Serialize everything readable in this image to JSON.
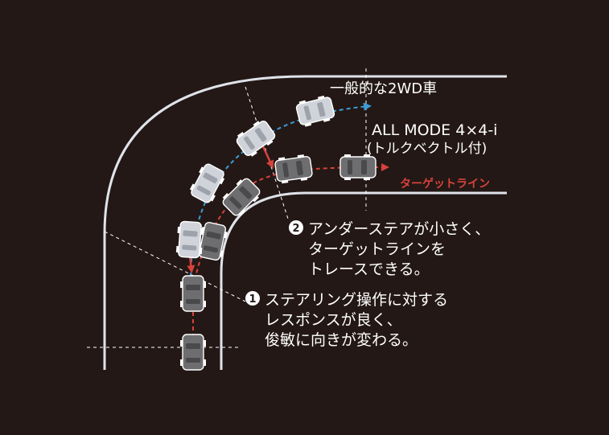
{
  "labels": {
    "conventional_2wd": "一般的な2WD車",
    "system_name_line1": "ALL MODE 4×4-i",
    "system_name_line2": "(トルクベクトル付)",
    "target_line": "ターゲットライン"
  },
  "callouts": [
    {
      "number": "1",
      "lines": [
        "ステアリング操作に対する",
        "レスポンスが良く、",
        "俊敏に向きが変わる。"
      ]
    },
    {
      "number": "2",
      "lines": [
        "アンダーステアが小さく、",
        "ターゲットラインを",
        "トレースできる。"
      ]
    }
  ],
  "colors": {
    "background": "#231815",
    "road_edge": "#dfe3ea",
    "path_2wd": "#3d9bd8",
    "path_target": "#d8423c",
    "car_2wd": "#d0d4da",
    "car_4wd": "#6e6e70"
  }
}
